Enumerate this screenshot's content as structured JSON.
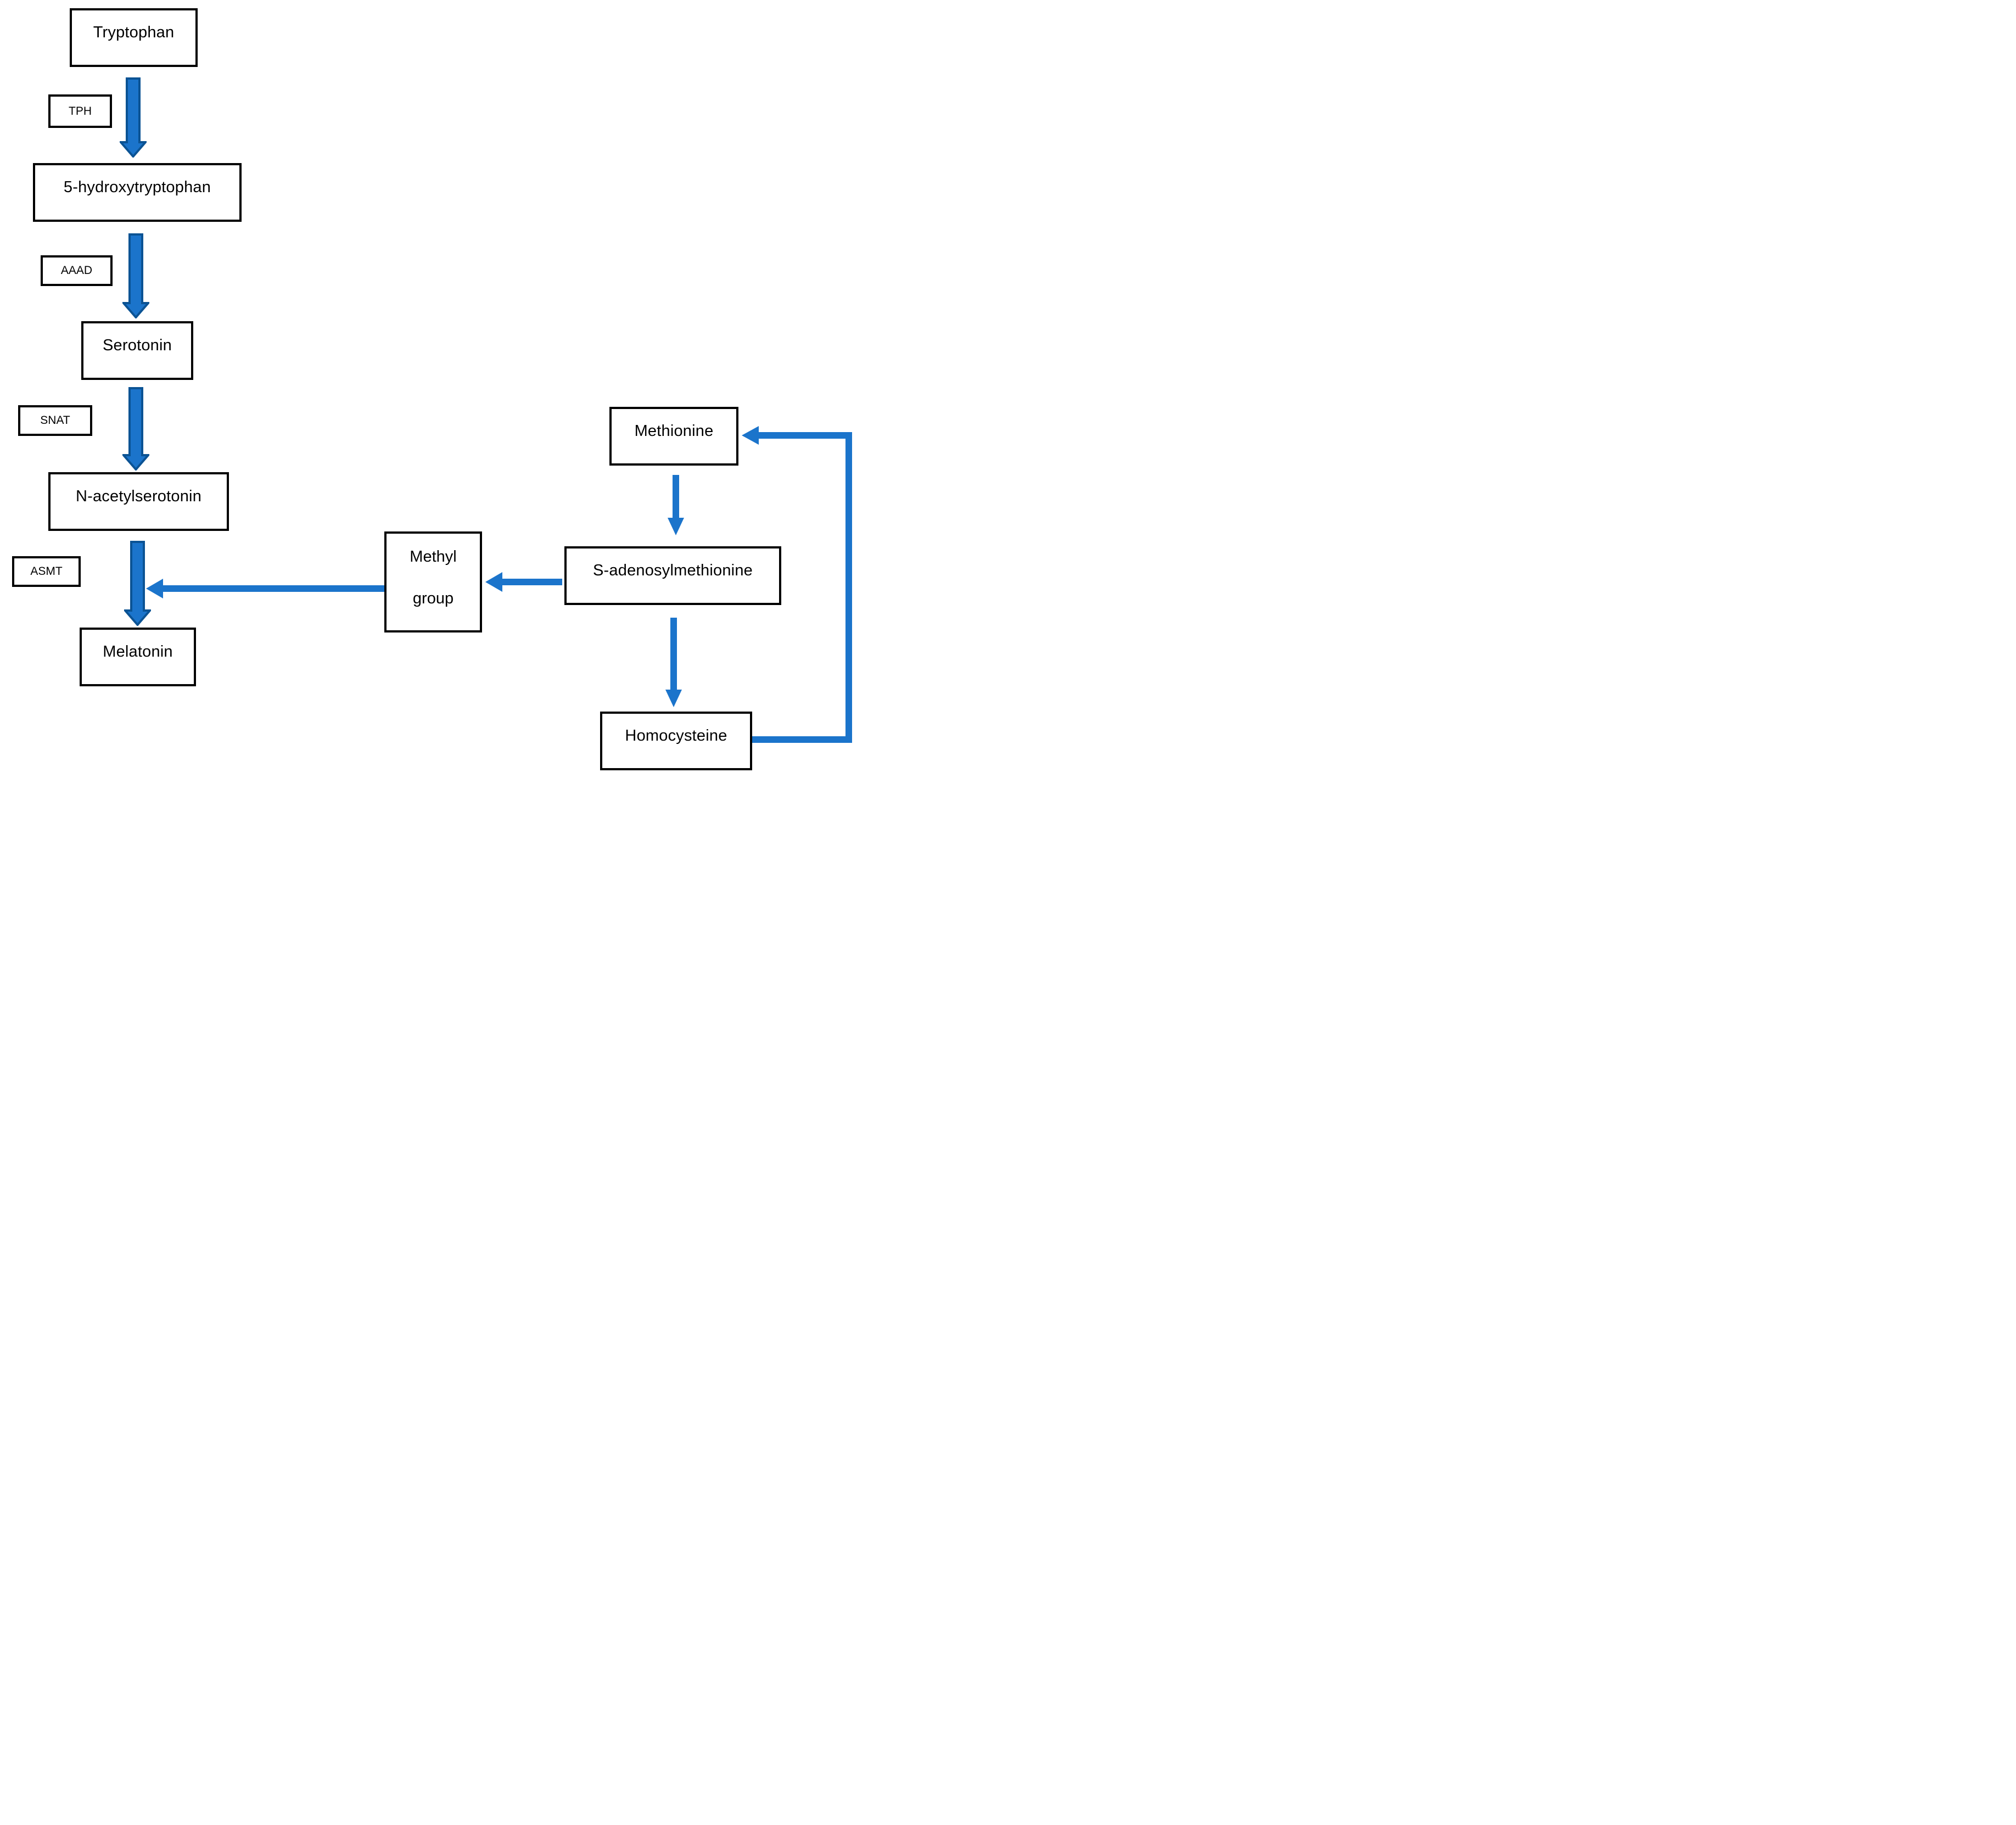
{
  "diagram": {
    "description": "Melatonin synthesis pathway from tryptophan with enzymes, coupled to the methionine cycle that donates a methyl group",
    "colors": {
      "arrow_fill": "#1B74CB",
      "block_arrow_border": "#0B5394",
      "box_border": "#000000",
      "background": "#FFFFFF",
      "text": "#000000"
    },
    "nodes": {
      "tryptophan": "Tryptophan",
      "five_hydroxytryptophan": "5-hydroxytryptophan",
      "serotonin": "Serotonin",
      "n_acetylserotonin": "N-acetylserotonin",
      "melatonin": "Melatonin",
      "methionine": "Methionine",
      "s_adenosylmethionine": "S-adenosylmethionine",
      "homocysteine": "Homocysteine",
      "methyl_group_line1": "Methyl",
      "methyl_group_line2": "group"
    },
    "enzymes": {
      "tph": "TPH",
      "aaad": "AAAD",
      "snat": "SNAT",
      "asmt": "ASMT"
    },
    "edges": [
      {
        "from": "Tryptophan",
        "to": "5-hydroxytryptophan",
        "enzyme": "TPH",
        "style": "block-arrow-down"
      },
      {
        "from": "5-hydroxytryptophan",
        "to": "Serotonin",
        "enzyme": "AAAD",
        "style": "block-arrow-down"
      },
      {
        "from": "Serotonin",
        "to": "N-acetylserotonin",
        "enzyme": "SNAT",
        "style": "block-arrow-down"
      },
      {
        "from": "N-acetylserotonin",
        "to": "Melatonin",
        "enzyme": "ASMT",
        "style": "block-arrow-down"
      },
      {
        "from": "Methionine",
        "to": "S-adenosylmethionine",
        "style": "arrow-down"
      },
      {
        "from": "S-adenosylmethionine",
        "to": "Homocysteine",
        "style": "arrow-down"
      },
      {
        "from": "Homocysteine",
        "to": "Methionine",
        "style": "elbow-arrow-right-loop"
      },
      {
        "from": "S-adenosylmethionine",
        "to": "Methyl group",
        "style": "arrow-left"
      },
      {
        "from": "Methyl group",
        "to": "ASMT reaction arrow",
        "style": "arrow-left"
      }
    ]
  }
}
